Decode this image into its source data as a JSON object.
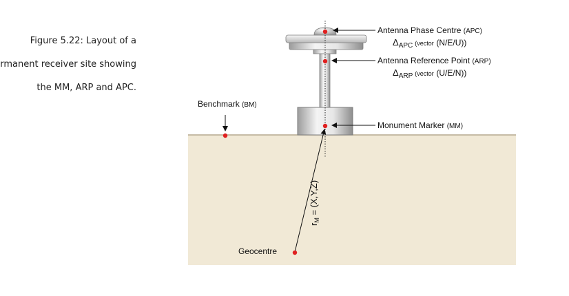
{
  "caption": {
    "lines": [
      "Figure 5.22: Layout of a",
      "ermanent receiver site showing",
      "the MM, ARP and APC."
    ]
  },
  "diagram": {
    "apc": {
      "main": "Antenna Phase Centre",
      "abbr": "(APC)",
      "delta_sub": "APC",
      "vector_word": "(vector",
      "frame": "(N/E/U))"
    },
    "arp": {
      "main": "Antenna Reference Point",
      "abbr": "(ARP)",
      "delta_sub": "ARP",
      "vector_word": "(vector",
      "frame": "(U/E/N))"
    },
    "mm": {
      "main": "Monument Marker",
      "abbr": "(MM)"
    },
    "bm": {
      "main": "Benchmark",
      "abbr": "(BM)"
    },
    "geocentre": "Geocentre",
    "delta_symbol": "Δ",
    "vector_label": {
      "r": "r",
      "sub": "M",
      "rest": " = (X,Y,Z)"
    },
    "colors": {
      "ground": "#f1e9d6",
      "ground_line": "#b5a98d",
      "marker": "#e02020",
      "metal_light": "#f2f2f2",
      "metal_dark": "#a9a9a9"
    }
  }
}
